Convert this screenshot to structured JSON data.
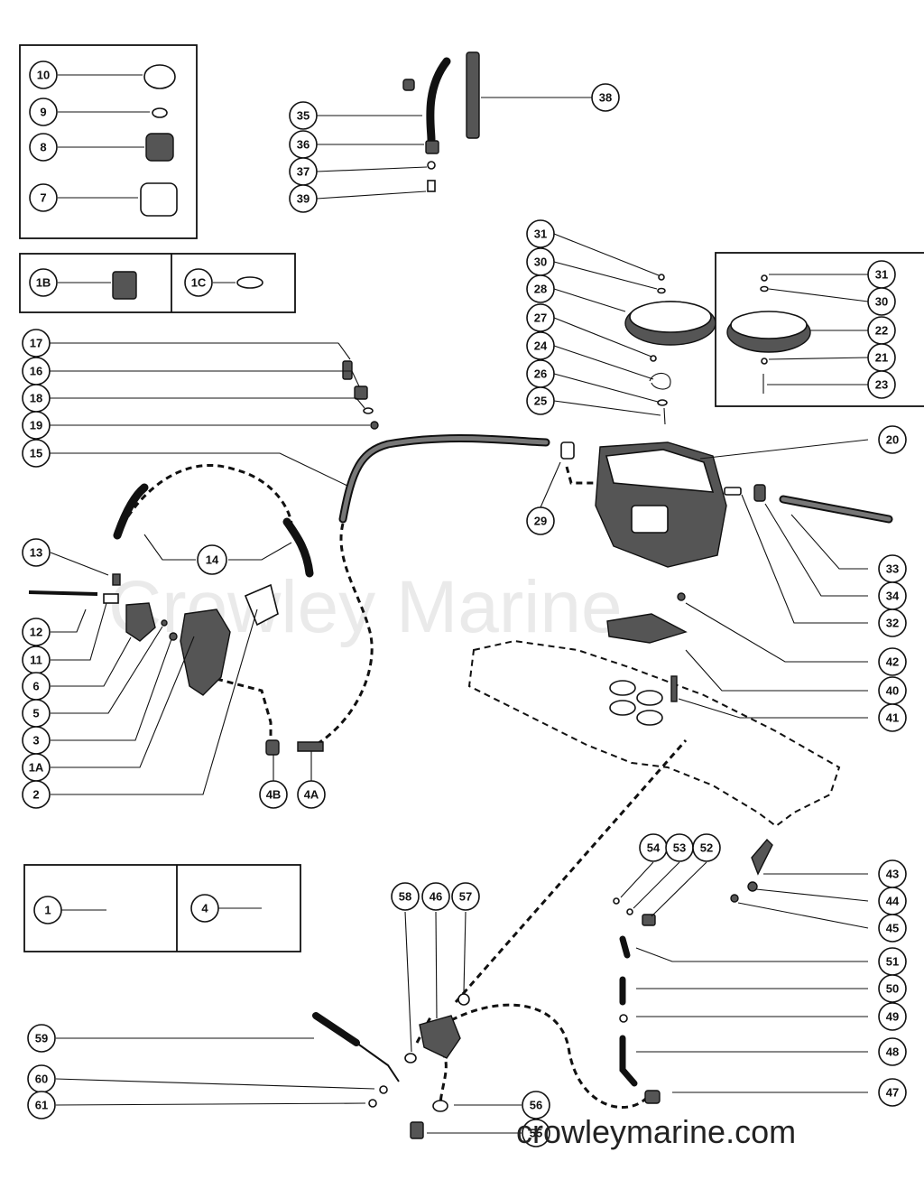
{
  "watermark": "Crowley Marine",
  "site_footer": "crowleymarine.com",
  "callouts": {
    "c10": "10",
    "c9": "9",
    "c8": "8",
    "c7": "7",
    "c1B": "1B",
    "c1C": "1C",
    "c35": "35",
    "c36": "36",
    "c37": "37",
    "c39": "39",
    "c38": "38",
    "c31a": "31",
    "c30a": "30",
    "c28": "28",
    "c27": "27",
    "c24": "24",
    "c26": "26",
    "c25": "25",
    "c31b": "31",
    "c30b": "30",
    "c22": "22",
    "c21": "21",
    "c23": "23",
    "c17": "17",
    "c16": "16",
    "c18": "18",
    "c19": "19",
    "c15": "15",
    "c20": "20",
    "c29": "29",
    "c33": "33",
    "c34": "34",
    "c32": "32",
    "c13": "13",
    "c14": "14",
    "c12": "12",
    "c11": "11",
    "c6": "6",
    "c5": "5",
    "c3": "3",
    "c1A": "1A",
    "c2": "2",
    "c4B": "4B",
    "c4A": "4A",
    "c42": "42",
    "c40": "40",
    "c41": "41",
    "c1": "1",
    "c4": "4",
    "c54": "54",
    "c53": "53",
    "c52": "52",
    "c43": "43",
    "c44": "44",
    "c45": "45",
    "c51": "51",
    "c50": "50",
    "c49": "49",
    "c48": "48",
    "c47": "47",
    "c58": "58",
    "c46": "46",
    "c57": "57",
    "c59": "59",
    "c60": "60",
    "c61": "61",
    "c56": "56",
    "c55": "55"
  }
}
